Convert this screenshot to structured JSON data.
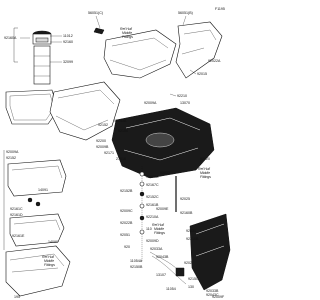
{
  "figure_code": "F1195",
  "labels": {
    "p56051_c": "56051(C)",
    "p56051_b": "56051(B)",
    "p11012": "11012",
    "p92160": "92160",
    "p92160a": "92160A",
    "p32099": "32099",
    "p130": "130",
    "p92015": "92015",
    "p56012": "56012",
    "p59128": "59128",
    "p92210": "92210",
    "p13070": "13070",
    "p92009a": "92009A",
    "p92043a": "92043A",
    "p92152": "92152",
    "p92150": "92150",
    "p92022a": "92022A",
    "p92200": "92200",
    "p92009b": "92009B",
    "p92171": "92171",
    "p27010": "27010",
    "p92200a": "92200A",
    "p92167c": "92167C",
    "p92152b": "92152B",
    "p92152c": "92152C",
    "p92161b": "92161B",
    "p92009c": "92009C",
    "p92210a": "92210A",
    "p92022b": "92022B",
    "p110": "110",
    "p92051": "92051",
    "p92009d": "92009D",
    "p920": "920",
    "p14091": "14091",
    "p92161c": "92161C",
    "p92161d": "92161D",
    "p92161e": "92161E",
    "p14090": "14090",
    "p92033": "92033",
    "p92025": "92025",
    "p92009e": "92009E",
    "p92160b": "92160B",
    "p92033a": "92033A",
    "p92043b": "92043B",
    "p11054a": "11054A",
    "p92150b": "92150B",
    "p13107": "13107",
    "p11054": "11054",
    "p130b": "130",
    "p92022c": "92022C",
    "p92020": "92020",
    "p92150c": "92150C",
    "p92031": "92031",
    "p195": "195",
    "p92210b": "92210B",
    "p92043c": "92043C",
    "p92033b": "92033B",
    "p92009f": "92009F"
  },
  "notes": {
    "ref_hull_1": "Ref.Hull",
    "ref_hull_middle_1a": "Middle",
    "ref_hull_middle_1b": "Fittings",
    "ref_hull_2": "Ref.Hull",
    "ref_hull_middle_2a": "Middle",
    "ref_hull_middle_2b": "Fittings",
    "ref_hull_3": "Ref.Hull",
    "ref_hull_middle_3a": "Middle",
    "ref_hull_middle_3b": "Fittings",
    "ref_hull_4": "Ref.Hull",
    "ref_hull_middle_4a": "Middle",
    "ref_hull_middle_4b": "Fittings",
    "ref_hull_5": "Ref.Hull",
    "ref_hull_middle_5a": "Middle",
    "ref_hull_middle_5b": "Fittings"
  }
}
